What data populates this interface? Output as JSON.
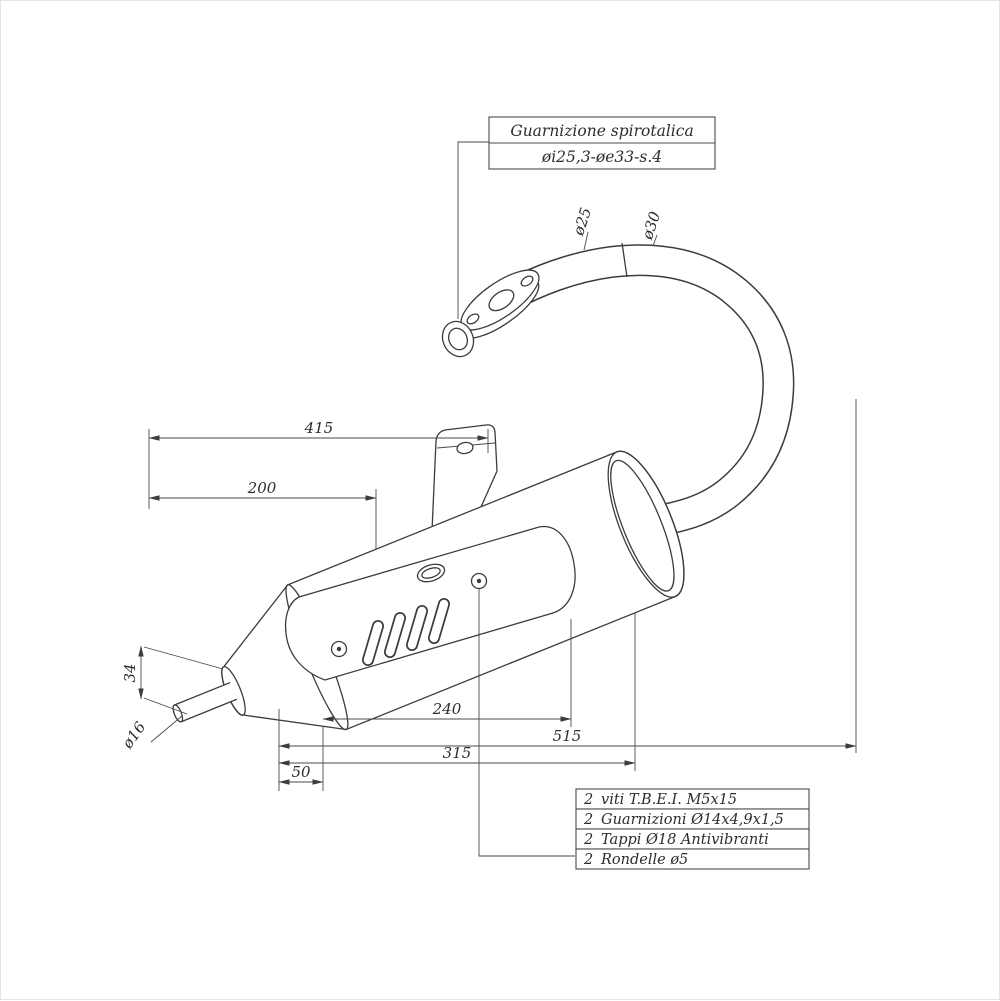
{
  "drawing": {
    "background": "#ffffff",
    "line_color": "#3c3c3c",
    "subject": "scooter exhaust muffler technical drawing"
  },
  "callout_box": {
    "line1": "Guarnizione spirotalica",
    "line2": "øi25,3-øe33-s.4"
  },
  "dimensions": {
    "top_width": "415",
    "bracket_position": "200",
    "outlet_offset": "34",
    "outlet_diameter": "ø16",
    "tail_length": "50",
    "shield_length": "240",
    "body_length": "315",
    "total_length": "515",
    "header_diameter": "ø25",
    "mid_pipe_diameter": "ø30"
  },
  "parts_list": {
    "rows": [
      {
        "qty": "2",
        "desc": "viti  T.B.E.I.  M5x15"
      },
      {
        "qty": "2",
        "desc": "Guarnizioni  Ø14x4,9x1,5"
      },
      {
        "qty": "2",
        "desc": "Tappi  Ø18  Antivibranti"
      },
      {
        "qty": "2",
        "desc": "Rondelle  ø5"
      }
    ]
  },
  "icons": {
    "brand_badge": "oval-manufacturer-badge",
    "dimension_arrows": "technical-arrowheads"
  }
}
